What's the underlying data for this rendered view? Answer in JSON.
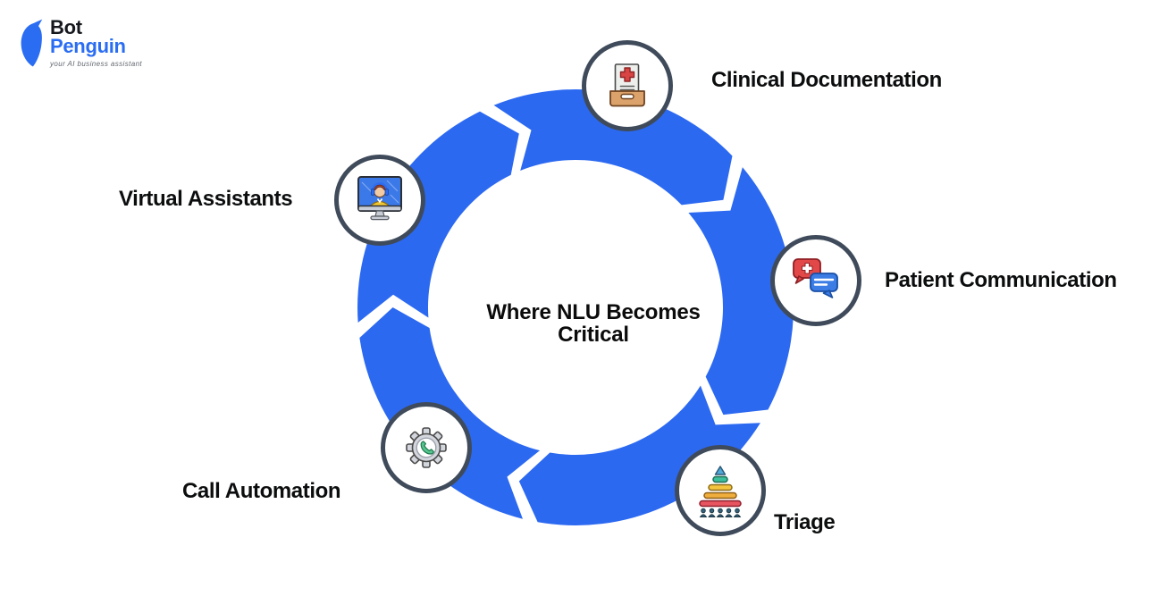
{
  "brand": {
    "bot": "Bot",
    "penguin": "Penguin",
    "tagline": "your AI business assistant"
  },
  "diagram": {
    "center_title": "Where NLU Becomes Critical",
    "flow": "clockwise",
    "items": [
      {
        "label": "Clinical Documentation",
        "icon": "document-tray-icon",
        "position": "top"
      },
      {
        "label": "Patient Communication",
        "icon": "medical-chat-bubbles-icon",
        "position": "right"
      },
      {
        "label": "Triage",
        "icon": "triage-pyramid-icon",
        "position": "bottom-right"
      },
      {
        "label": "Call Automation",
        "icon": "gear-phone-icon",
        "position": "bottom-left"
      },
      {
        "label": "Virtual Assistants",
        "icon": "monitor-agent-icon",
        "position": "left"
      }
    ],
    "colors": {
      "ring_blue": "#2C69F1",
      "badge_border": "#3F4B5B",
      "label_text": "#0C0D0E",
      "logo_blue": "#2A6DF3",
      "triage_levels": [
        "#4FA8D8",
        "#3BBF9C",
        "#F4C53F",
        "#F0AE3C",
        "#E85560"
      ]
    }
  }
}
